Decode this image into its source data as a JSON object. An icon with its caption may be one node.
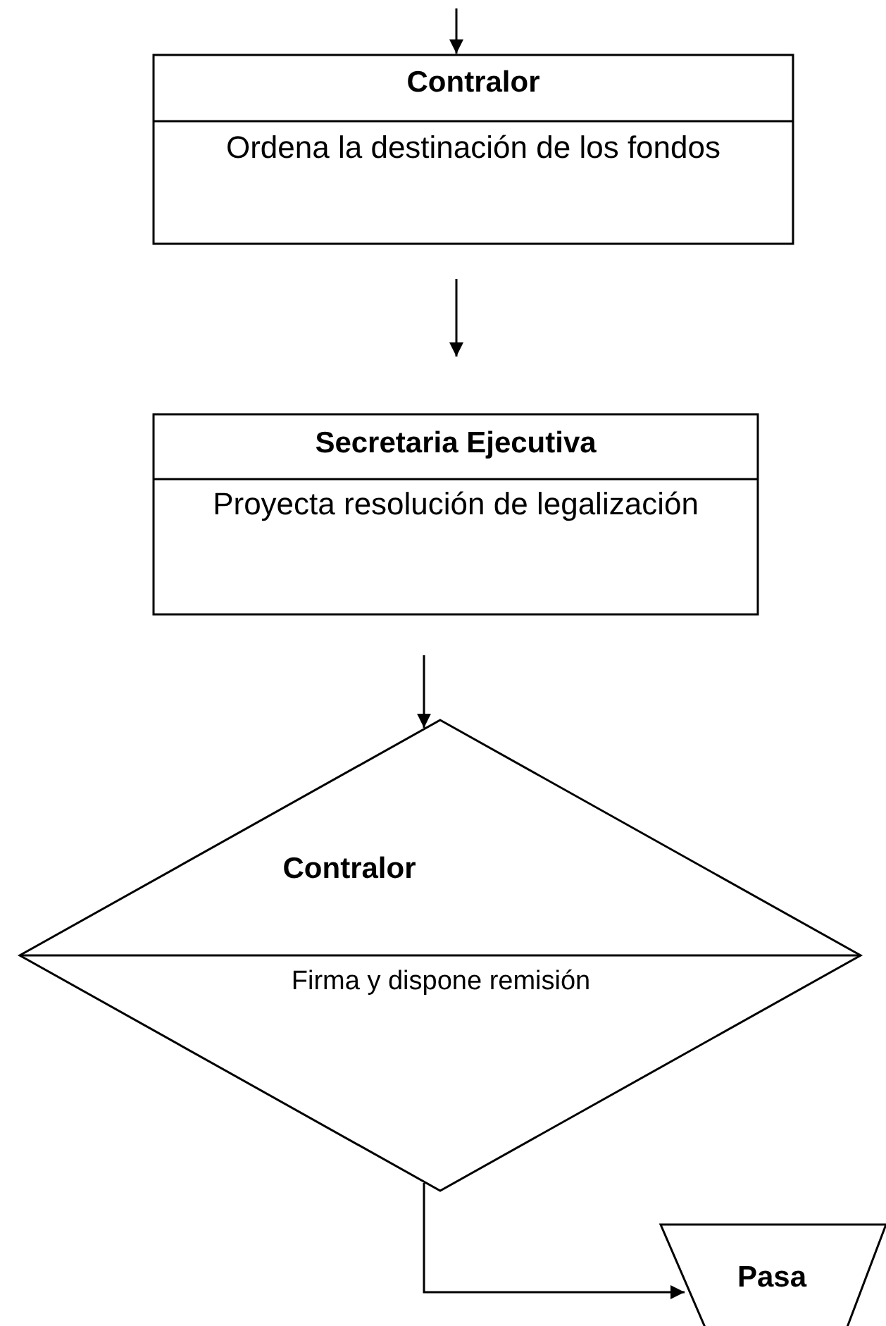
{
  "diagram": {
    "nodes": [
      {
        "text": [
          "Contralor",
          "Ordena la destinación de los fondos"
        ]
      },
      {
        "text": [
          "Secretaria Ejecutiva",
          "Proyecta resolución de legalización"
        ]
      },
      {
        "text": [
          "Contralor",
          "Firma y dispone remisión"
        ]
      },
      {
        "text": [
          "Pasa"
        ]
      }
    ],
    "edges": [
      {
        "from": null,
        "to": 0,
        "arrow": "to"
      },
      {
        "from": 0,
        "to": 1,
        "arrow": "to"
      },
      {
        "from": 1,
        "to": 2,
        "arrow": "to"
      },
      {
        "from": 2,
        "to": 3,
        "arrow": "to"
      }
    ]
  }
}
